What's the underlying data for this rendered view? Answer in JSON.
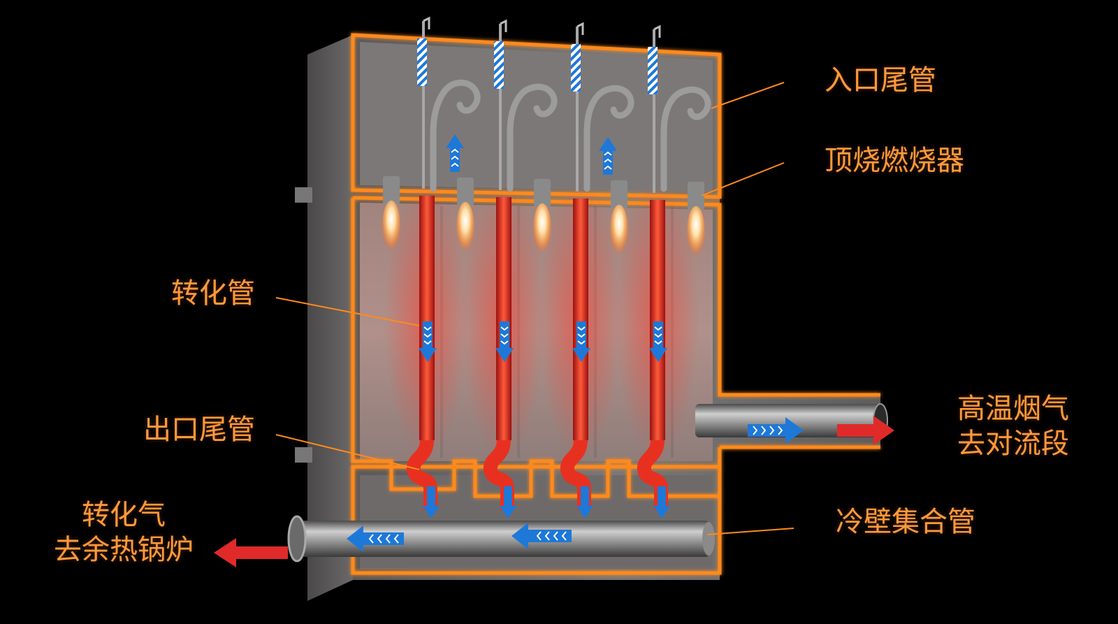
{
  "labels": {
    "inlet_pigtail": "入口尾管",
    "top_burner": "顶烧燃烧器",
    "reformer_tube": "转化管",
    "outlet_pigtail": "出口尾管",
    "flue_gas_line1": "高温烟气",
    "flue_gas_line2": "去对流段",
    "reformed_gas_line1": "转化气",
    "reformed_gas_line2": "去余热锅炉",
    "cold_wall_header": "冷壁集合管"
  },
  "colors": {
    "outline_orange": "#ff8a1f",
    "label_orange": "#ff9a3c",
    "tube_red": "#ff3a2a",
    "flow_blue": "#2a8fff",
    "exit_red": "#e02a2a",
    "wall_gray": "#6b6a6a"
  },
  "icons": {
    "flow_arrow": "chevron-arrow-icon",
    "exit_arrow": "red-arrow-icon",
    "burner_flame": "flame-icon"
  }
}
